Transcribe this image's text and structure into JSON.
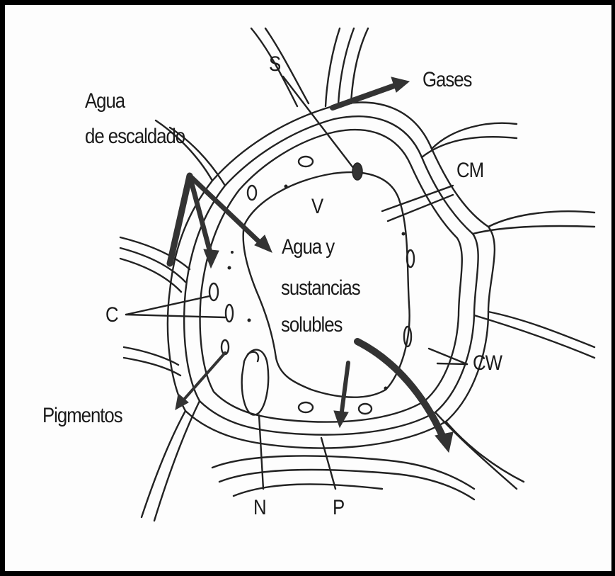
{
  "labels": {
    "s": "S",
    "gases": "Gases",
    "agua_line1": "Agua",
    "agua_line2": "de escaldado",
    "cm": "CM",
    "v": "V",
    "sol_line1": "Agua y",
    "sol_line2": "sustancias",
    "sol_line3": "solubles",
    "c": "C",
    "cw": "CW",
    "pigmentos": "Pigmentos",
    "n": "N",
    "p": "P"
  },
  "colors": {
    "ink": "#1a1a1a",
    "arrow": "#333333",
    "frame": "#000000"
  }
}
